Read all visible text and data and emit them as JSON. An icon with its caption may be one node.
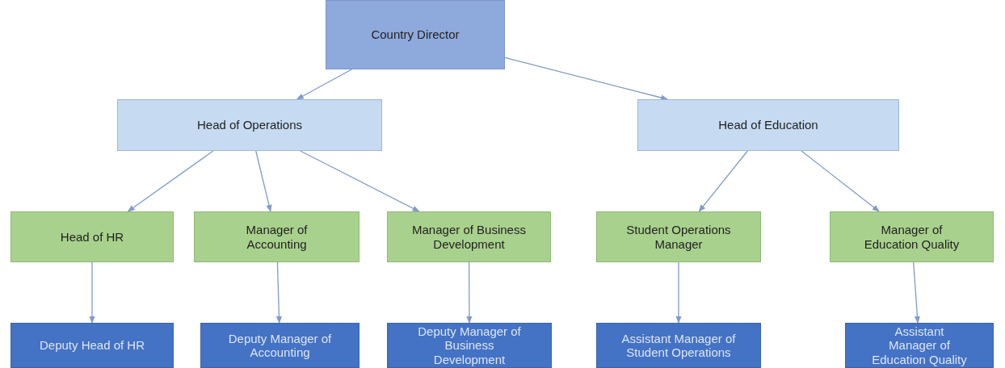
{
  "diagram": {
    "nodes": [
      {
        "text": [
          "Country Director"
        ]
      },
      {
        "text": [
          "Head of Operations"
        ]
      },
      {
        "text": [
          "Head of Education"
        ]
      },
      {
        "text": [
          "Head of HR"
        ]
      },
      {
        "text": [
          "Manager of Accounting"
        ]
      },
      {
        "text": [
          "Manager of Business Development"
        ]
      },
      {
        "text": [
          "Student Operations Manager"
        ]
      },
      {
        "text": [
          "Manager of Education Quality"
        ]
      },
      {
        "text": [
          "Deputy Head of HR"
        ]
      },
      {
        "text": [
          "Deputy Manager of Accounting"
        ]
      },
      {
        "text": [
          "Deputy Manager of Business Development"
        ]
      },
      {
        "text": [
          "Assistant Manager of Student Operations"
        ]
      },
      {
        "text": [
          "Assistant Manager of Education Quality"
        ]
      }
    ],
    "edges": [
      {
        "from": 0,
        "to": 1,
        "arrow": "to"
      },
      {
        "from": 0,
        "to": 2,
        "arrow": "to"
      },
      {
        "from": 1,
        "to": 3,
        "arrow": "to"
      },
      {
        "from": 1,
        "to": 4,
        "arrow": "to"
      },
      {
        "from": 1,
        "to": 5,
        "arrow": "to"
      },
      {
        "from": 2,
        "to": 6,
        "arrow": "to"
      },
      {
        "from": 2,
        "to": 7,
        "arrow": "to"
      },
      {
        "from": 3,
        "to": 8,
        "arrow": "to"
      },
      {
        "from": 4,
        "to": 9,
        "arrow": "to"
      },
      {
        "from": 5,
        "to": 10,
        "arrow": "to"
      },
      {
        "from": 6,
        "to": 11,
        "arrow": "to"
      },
      {
        "from": 7,
        "to": 12,
        "arrow": "to"
      }
    ]
  }
}
